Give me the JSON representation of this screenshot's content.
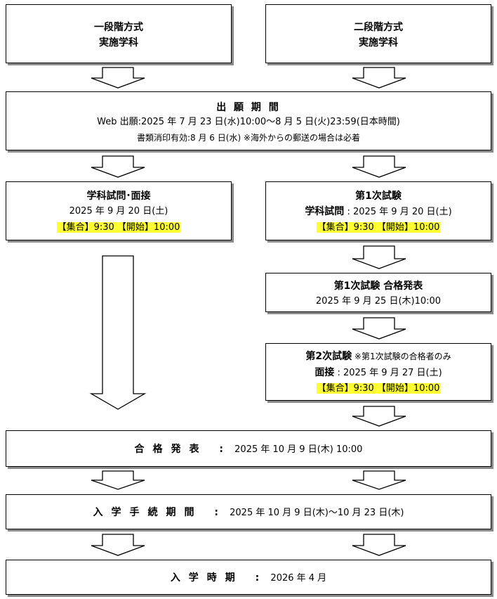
{
  "one_stage": {
    "line1": "一段階方式",
    "line2": "実施学科"
  },
  "two_stage": {
    "line1": "二段階方式",
    "line2": "実施学科"
  },
  "application": {
    "title": "出 願 期 間",
    "web": "Web 出願:2025 年 7 月 23 日(水)10:00〜8 月 5 日(火)23:59(日本時間)",
    "postmark": "書類消印有効:8 月 6 日(水) ※海外からの郵送の場合は必着"
  },
  "exam_interview": {
    "title": "学科試問･面接",
    "date": "2025 年 9 月 20 日(土)",
    "assemble": "【集合】9:30 【開始】10:00"
  },
  "first_exam": {
    "title": "第1次試験",
    "subject_label": "学科試問",
    "subject_date": " : 2025 年 9 月 20 日(土)",
    "assemble": "【集合】9:30 【開始】10:00"
  },
  "first_result": {
    "title": "第1次試験 合格発表",
    "date": "2025 年 9 月 25 日(木)10:00"
  },
  "second_exam": {
    "title": "第2次試験",
    "note": " ※第1次試験の合格者のみ",
    "interview_label": "面接",
    "interview_date": " : 2025 年 9 月 27 日(土)",
    "assemble": "【集合】9:30 【開始】10:00"
  },
  "announcement": {
    "label": "合格発表 :",
    "value": " 2025 年 10 月 9 日(木) 10:00"
  },
  "procedure": {
    "label": "入学手続期間 :",
    "value": " 2025 年 10 月 9 日(木)〜10 月 23 日(木)"
  },
  "enrollment": {
    "label": "入学時期 :",
    "value": " 2026 年 4 月"
  },
  "colors": {
    "highlight": "#ffff33",
    "shadow": "#8a8a8a"
  }
}
